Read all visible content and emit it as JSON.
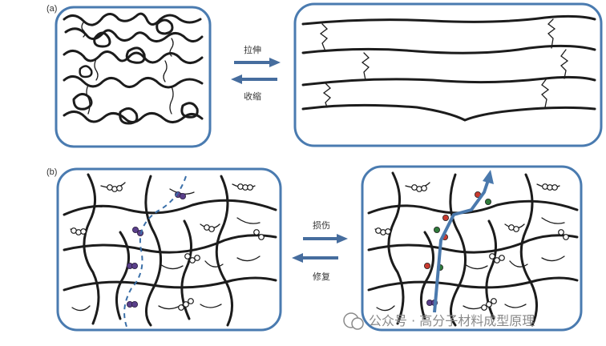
{
  "panels": {
    "a": {
      "label": "(a)",
      "forward": "拉伸",
      "backward": "收缩"
    },
    "b": {
      "label": "(b)",
      "forward": "损伤",
      "backward": "修复"
    }
  },
  "watermark": {
    "text": "公众号 · 高分子材料成型原理"
  },
  "colors": {
    "frame": "#4a7bb0",
    "arrow": "#466d9e",
    "chain": "#1c1c1c",
    "crack": "#4a79ad",
    "dash": "#3a6fa8",
    "bond_purple": "#5a3f8a",
    "bond_red": "#c83a2f",
    "bond_green": "#2f7a3a"
  }
}
